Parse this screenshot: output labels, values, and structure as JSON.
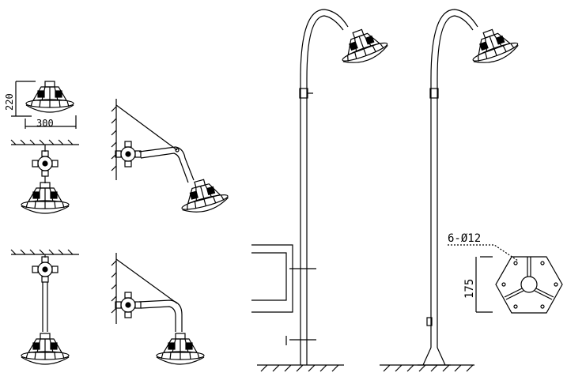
{
  "drawing": {
    "dimensions": {
      "height_label": "220",
      "width_label": "300",
      "holes_label": "6-Ø12",
      "base_label": "175"
    },
    "views": [
      "pendant-mount",
      "ceiling-mount",
      "wall-mount",
      "wall-mount-curved",
      "ceiling-pole-mount",
      "pole-mount-wall",
      "pole-mount-floor",
      "base-plate"
    ]
  }
}
